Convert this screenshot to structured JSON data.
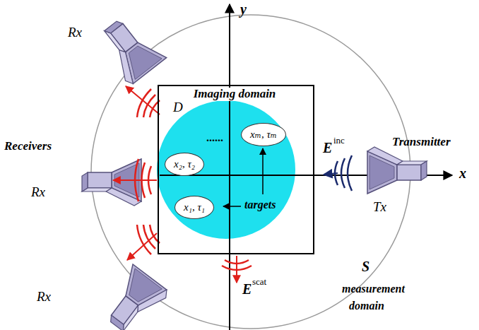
{
  "diagram": {
    "nodes": [
      {
        "text": [
          "Imaging domain",
          "D"
        ]
      },
      {
        "text": [
          "x₂, τ₂"
        ],
        "in": 0
      },
      {
        "text": [
          "xₘ, τₘ"
        ],
        "in": 0
      },
      {
        "text": [
          "x₁, τ₁"
        ],
        "in": 0
      }
    ],
    "labels": [
      "y",
      "x",
      "Transmitter",
      "Tx",
      "E",
      "inc",
      "Receivers",
      "Rx",
      "Rx",
      "Rx",
      "E",
      "scat",
      "targets",
      "S",
      "measurement",
      "domain",
      "......"
    ]
  }
}
